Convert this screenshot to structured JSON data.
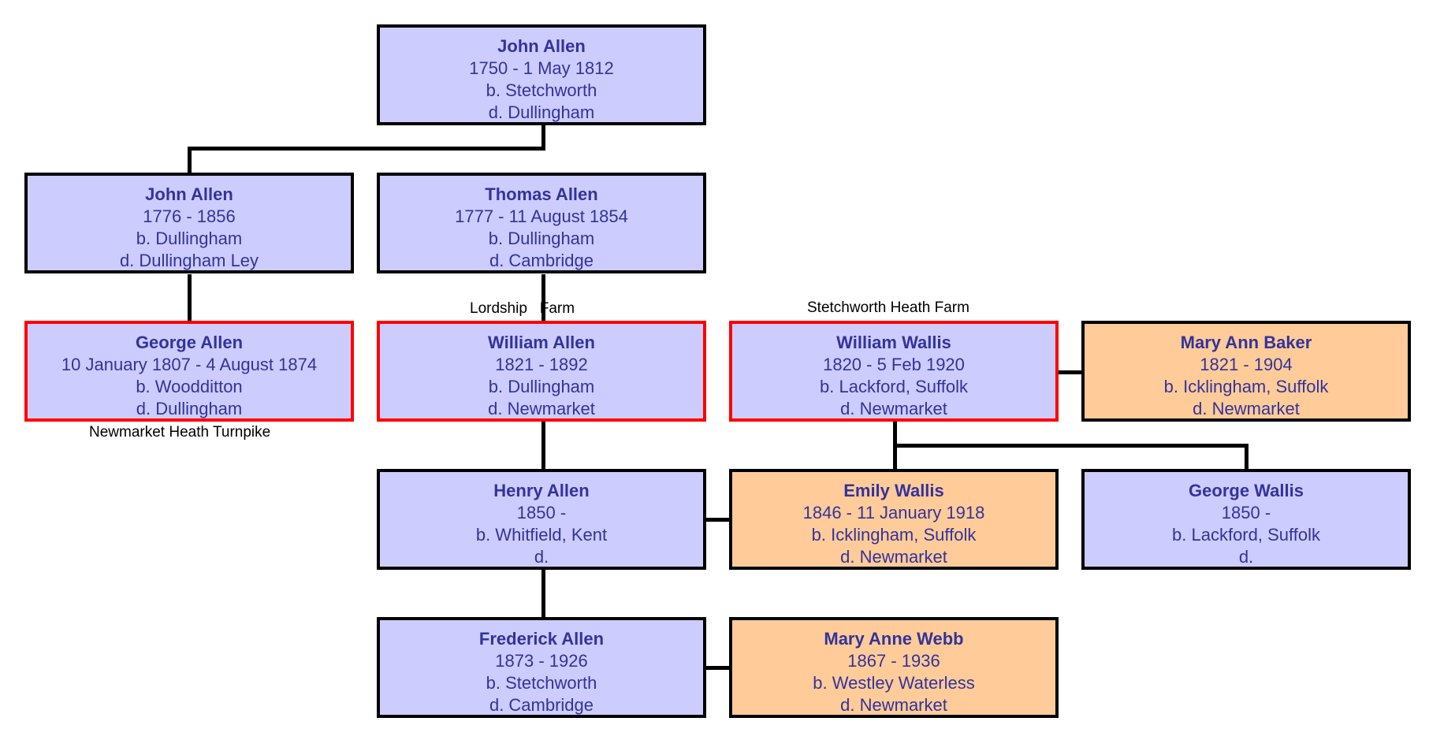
{
  "colors": {
    "person_fill": "#ccccff",
    "spouse_fill": "#ffcc99",
    "text": "#33339a",
    "border": "#000000",
    "highlight_border": "#ff0000",
    "connector": "#000000"
  },
  "people": {
    "john_allen_senior": {
      "name": "John Allen",
      "dates": "1750 - 1 May 1812",
      "born": "b. Stetchworth",
      "died": "d. Dullingham"
    },
    "john_allen": {
      "name": "John Allen",
      "dates": "1776 - 1856",
      "born": "b. Dullingham",
      "died": "d. Dullingham Ley"
    },
    "thomas_allen": {
      "name": "Thomas Allen",
      "dates": "1777 - 11 August 1854",
      "born": "b. Dullingham",
      "died": "d. Cambridge"
    },
    "george_allen": {
      "name": "George Allen",
      "dates": "10 January 1807 - 4 August 1874",
      "born": "b. Woodditton",
      "died": "d. Dullingham"
    },
    "william_allen": {
      "name": "William Allen",
      "dates": "1821 - 1892",
      "born": "b. Dullingham",
      "died": "d. Newmarket"
    },
    "william_wallis": {
      "name": "William Wallis",
      "dates": "1820 - 5 Feb 1920",
      "born": "b. Lackford, Suffolk",
      "died": "d. Newmarket"
    },
    "mary_ann_baker": {
      "name": "Mary Ann Baker",
      "dates": "1821 - 1904",
      "born": "b. Icklingham, Suffolk",
      "died": "d. Newmarket"
    },
    "henry_allen": {
      "name": "Henry Allen",
      "dates": "1850 -",
      "born": "b. Whitfield, Kent",
      "died": "d."
    },
    "emily_wallis": {
      "name": "Emily Wallis",
      "dates": "1846 - 11 January 1918",
      "born": "b. Icklingham, Suffolk",
      "died": "d. Newmarket"
    },
    "george_wallis": {
      "name": "George Wallis",
      "dates": "1850 -",
      "born": "b. Lackford, Suffolk",
      "died": "d."
    },
    "frederick_allen": {
      "name": "Frederick Allen",
      "dates": "1873  - 1926",
      "born": "b. Stetchworth",
      "died": "d. Cambridge"
    },
    "mary_anne_webb": {
      "name": "Mary Anne Webb",
      "dates": "1867 - 1936",
      "born": "b. Westley Waterless",
      "died": "d. Newmarket"
    }
  },
  "place_labels": {
    "lordship_farm": "Lordship   Farm",
    "stetchworth_heath_farm": "Stetchworth Heath Farm",
    "newmarket_heath_turnpike": "Newmarket Heath Turnpike"
  }
}
